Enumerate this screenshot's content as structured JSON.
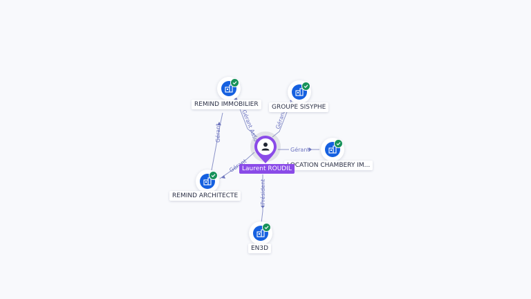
{
  "colors": {
    "company_node": "#1560e0",
    "verified_badge": "#17925a",
    "person_node": "#8a4be8",
    "edge": "#8b93c9",
    "edge_label": "#6b72c0"
  },
  "icons": {
    "company": "building-icon",
    "person": "user-icon",
    "verified": "check-icon"
  },
  "person": {
    "label": "Laurent ROUDIL"
  },
  "companies": [
    {
      "label": "REMIND IMMOBILIER",
      "verified": true
    },
    {
      "label": "GROUPE SISYPHE",
      "verified": true
    },
    {
      "label": "LOCATION CHAMBERY IM...",
      "verified": true
    },
    {
      "label": "REMIND ARCHITECTE",
      "verified": true
    },
    {
      "label": "EN3D",
      "verified": true
    }
  ],
  "edges": [
    {
      "from": "person",
      "to": "REMIND IMMOBILIER",
      "label": "Gérant Associé"
    },
    {
      "from": "person",
      "to": "GROUPE SISYPHE",
      "label": "Gérant"
    },
    {
      "from": "person",
      "to": "LOCATION CHAMBERY IM...",
      "label": "Gérant"
    },
    {
      "from": "person",
      "to": "REMIND ARCHITECTE",
      "label": "Gérant"
    },
    {
      "from": "person",
      "to": "EN3D",
      "label": "Président"
    },
    {
      "from": "REMIND ARCHITECTE",
      "to": "REMIND IMMOBILIER",
      "label": "Gérant"
    }
  ]
}
